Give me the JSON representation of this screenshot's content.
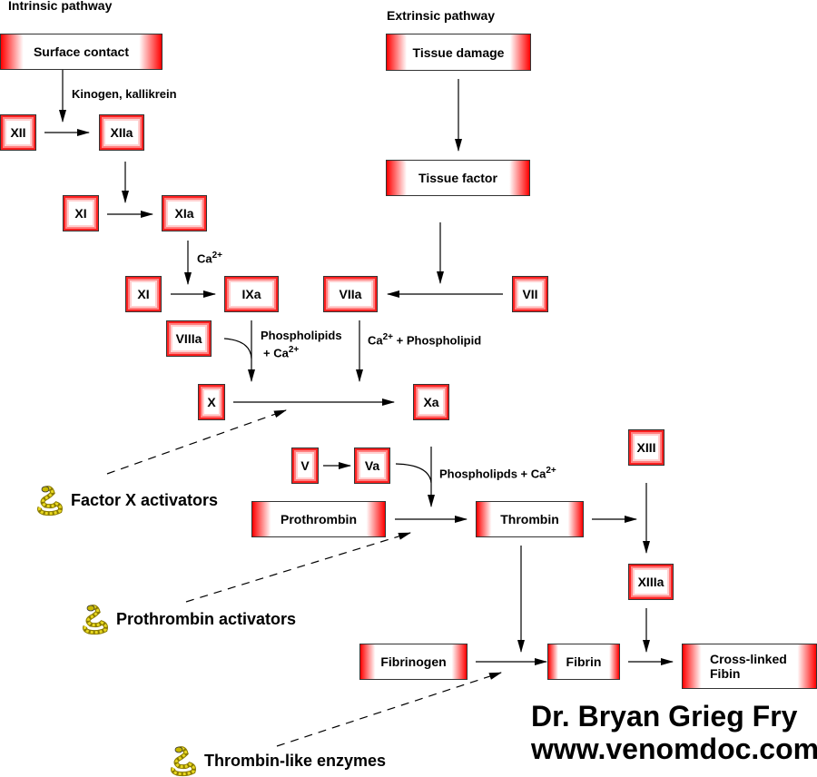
{
  "headings": {
    "intrinsic": "Intrinsic pathway",
    "extrinsic": "Extrinsic pathway"
  },
  "nodes": {
    "surface_contact": "Surface contact",
    "tissue_damage": "Tissue damage",
    "tissue_factor": "Tissue factor",
    "xii": "XII",
    "xiia": "XIIa",
    "xi_1": "XI",
    "xia": "XIa",
    "xi_2": "XI",
    "ixa": "IXa",
    "viia": "VIIa",
    "vii": "VII",
    "viiia": "VIIIa",
    "x": "X",
    "xa": "Xa",
    "v": "V",
    "va": "Va",
    "xiii": "XIII",
    "prothrombin": "Prothrombin",
    "thrombin": "Thrombin",
    "xiiia": "XIIIa",
    "fibrinogen": "Fibrinogen",
    "fibrin": "Fibrin",
    "crosslinked_line1": "Cross-linked",
    "crosslinked_line2": "Fibin"
  },
  "edge_labels": {
    "kinogen": "Kinogen, kallikrein",
    "ca_base": "Ca",
    "ca_sup": "2+",
    "phospholipids": "Phospholipids",
    "plus_ca_prefix": "+ Ca",
    "ca_phospholipid_suffix": " + Phospholipid",
    "phospholipds_ca_prefix": "Phospholipds + Ca"
  },
  "venom_activators": [
    {
      "label": "Factor X activators",
      "icon": "snake-icon"
    },
    {
      "label": "Prothrombin activators",
      "icon": "snake-icon"
    },
    {
      "label": "Thrombin-like enzymes",
      "icon": "snake-icon"
    }
  ],
  "credit": {
    "author": "Dr. Bryan Grieg Fry",
    "website": "www.venomdoc.com"
  },
  "colors": {
    "box_red": "#ff0000",
    "line": "#000000"
  }
}
